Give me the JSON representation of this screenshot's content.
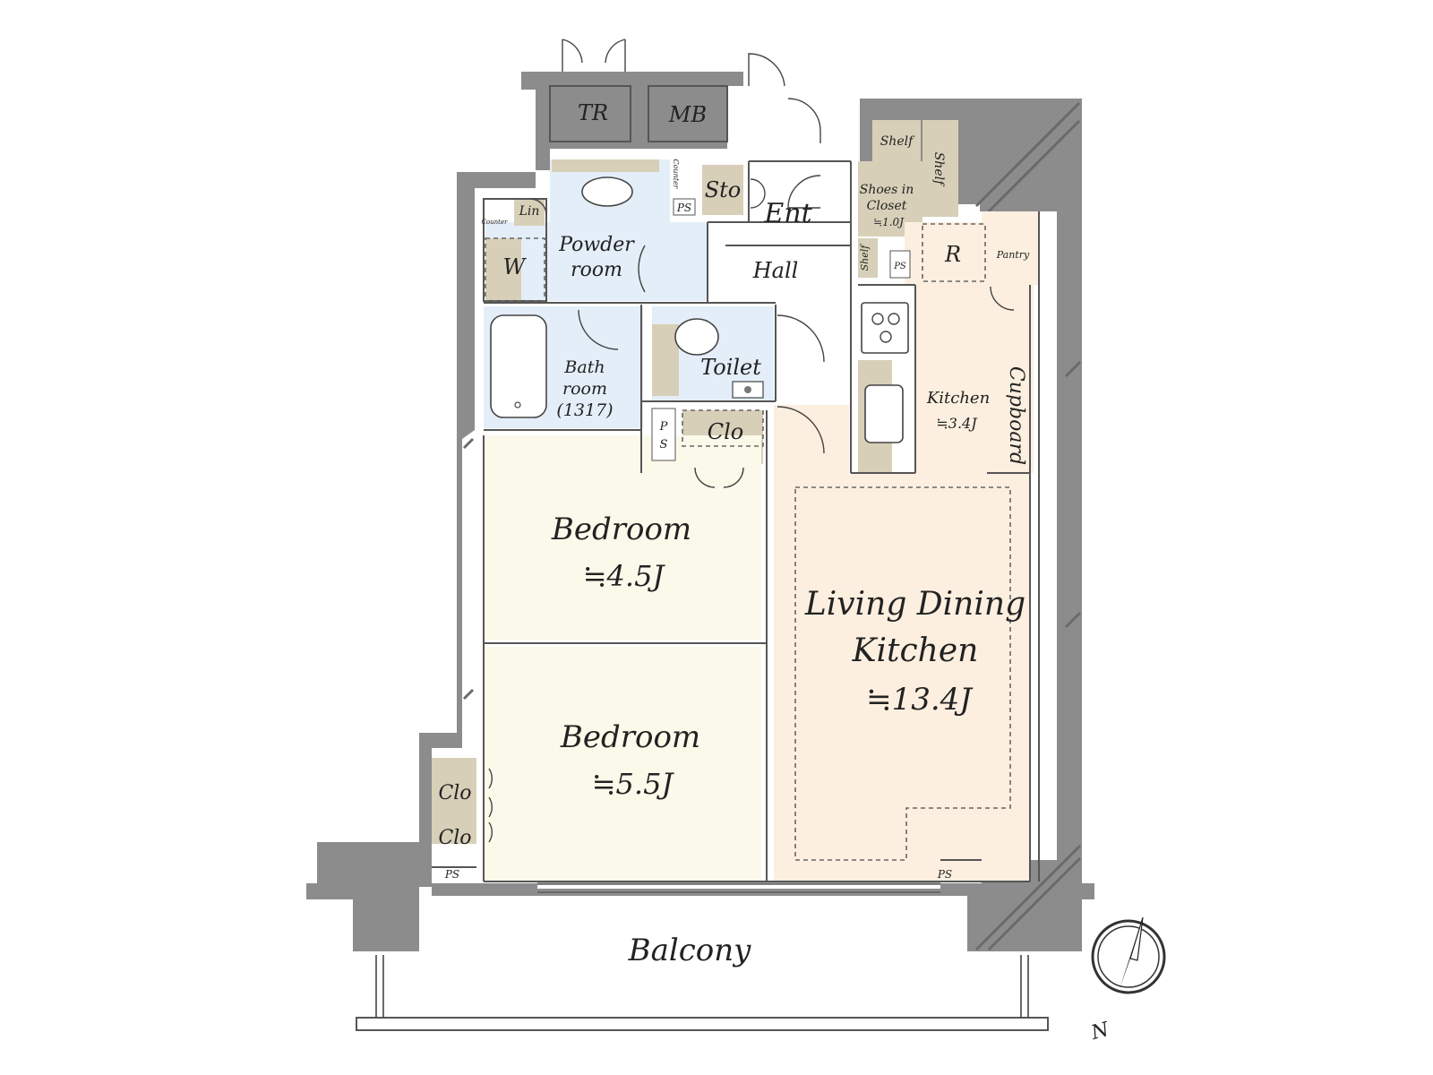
{
  "rooms": {
    "tr": "TR",
    "mb": "MB",
    "shelf_top": "Shelf",
    "shelf_side": "Shelf",
    "shelf_small": "Shelf",
    "shoes_closet_line1": "Shoes in",
    "shoes_closet_line2": "Closet",
    "shoes_closet_area": "≒1.0J",
    "sto": "Sto",
    "ent": "Ent",
    "counter_1": "Counter",
    "counter_2": "Counter",
    "ps_1": "PS",
    "ps_2": "PS",
    "ps_3_line1": "P",
    "ps_3_line2": "S",
    "ps_4": "PS",
    "ps_5": "PS",
    "lin": "Lin",
    "w": "W",
    "powder_room_line1": "Powder",
    "powder_room_line2": "room",
    "hall": "Hall",
    "r": "R",
    "pantry": "Pantry",
    "bath_line1": "Bath",
    "bath_line2": "room",
    "bath_line3": "(1317)",
    "toilet": "Toilet",
    "clo_1": "Clo",
    "clo_2": "Clo",
    "clo_3": "Clo",
    "kitchen": "Kitchen",
    "kitchen_area": "≒3.4J",
    "cupboard": "Cupboard",
    "bedroom_1": "Bedroom",
    "bedroom_1_area": "≒4.5J",
    "bedroom_2": "Bedroom",
    "bedroom_2_area": "≒5.5J",
    "ldk_line1": "Living Dining",
    "ldk_line2": "Kitchen",
    "ldk_area": "≒13.4J",
    "balcony": "Balcony"
  },
  "compass": {
    "label": "N"
  },
  "colors": {
    "wall": "#8c8c8c",
    "wet_area": "#e4eef8",
    "storage": "#d7cfb8",
    "bedroom": "#fbf9ea",
    "ldk": "#fcefdf"
  }
}
